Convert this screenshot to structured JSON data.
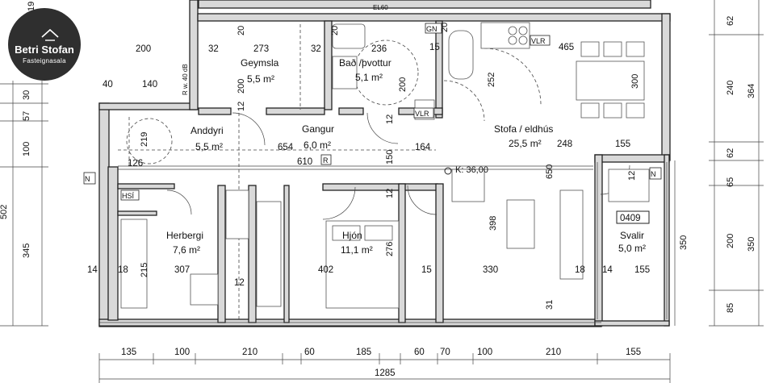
{
  "brand": {
    "name": "Betri Stofan",
    "subtitle": "Fasteignasala"
  },
  "rooms": {
    "geymsla": {
      "name": "Geymsla",
      "area": "5,5 m²"
    },
    "bad": {
      "name": "Bað /þvottur",
      "area": "5,1 m²"
    },
    "anddyri": {
      "name": "Anddyri",
      "area": "5,5 m²"
    },
    "gangur": {
      "name": "Gangur",
      "area": "6,0 m²"
    },
    "stofa": {
      "name": "Stofa / eldhús",
      "area": "25,5 m²"
    },
    "herbergi": {
      "name": "Herbergi",
      "area": "7,6 m²"
    },
    "hjon": {
      "name": "Hjón",
      "area": "11,1 m²"
    },
    "svalir": {
      "name": "Svalir",
      "area": "5,0 m²",
      "unit": "0409"
    }
  },
  "labels": {
    "gn": "GN",
    "vlr_top": "VLR",
    "vlr_mid": "VLR",
    "r": "R",
    "hsi": "HSÍ",
    "elec": "EL60",
    "kote": "K: 36,00",
    "north1": "N",
    "north2": "N",
    "rd": "R w. 40 dB"
  },
  "inner_dims": {
    "d200": "200",
    "d32a": "32",
    "d273": "273",
    "d32b": "32",
    "d236": "236",
    "d15": "15",
    "d465": "465",
    "d40": "40",
    "d140": "140",
    "d20a": "20",
    "d20b": "20",
    "d20c": "20",
    "d200v": "200",
    "d12a": "12",
    "d200b": "200",
    "d252": "252",
    "d300": "300",
    "d219": "219",
    "d654": "654",
    "d12b": "12",
    "d164": "164",
    "d248": "248",
    "d155a": "155",
    "d126": "126",
    "d610": "610",
    "d150": "150",
    "d650": "650",
    "d12c": "12",
    "d398": "398",
    "d276": "276",
    "d215": "215",
    "d12d": "12",
    "d14a": "14",
    "d18a": "18",
    "d307": "307",
    "d402": "402",
    "d15b": "15",
    "d330": "330",
    "d18b": "18",
    "d14b": "14",
    "d155b": "155",
    "d31": "31",
    "d12e": "12",
    "d19": "19"
  },
  "bottom_dims": [
    "135",
    "100",
    "210",
    "60",
    "185",
    "60",
    "70",
    "100",
    "210",
    "155"
  ],
  "bottom_total": "1285",
  "left_dims": [
    "30",
    "57",
    "100",
    "345"
  ],
  "left_total": "502",
  "right_dims": [
    "62",
    "240",
    "62",
    "65",
    "200",
    "85"
  ],
  "right_dims2": [
    "364",
    "350"
  ],
  "right_dim_inner": "350"
}
